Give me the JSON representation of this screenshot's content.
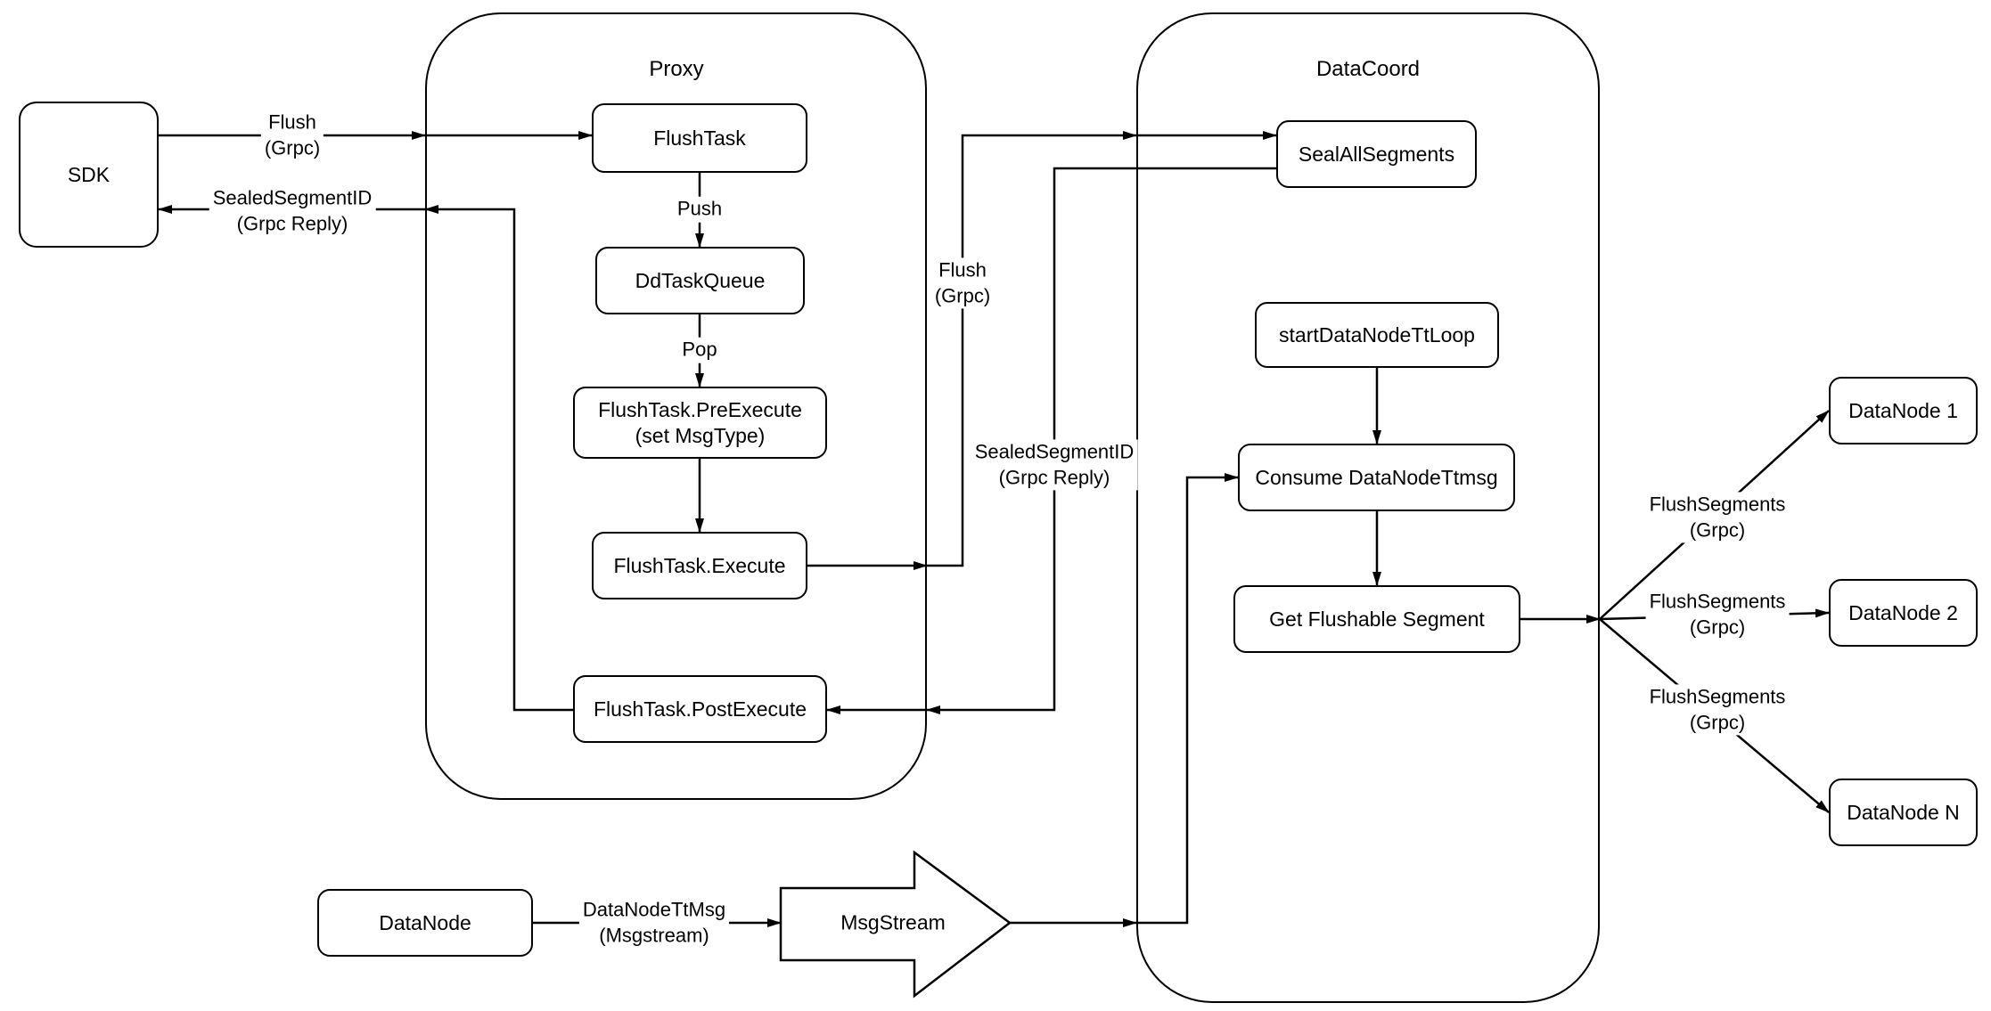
{
  "containers": {
    "proxy": {
      "label": "Proxy"
    },
    "datacoord": {
      "label": "DataCoord"
    }
  },
  "nodes": {
    "sdk": {
      "label": "SDK"
    },
    "flush_task": {
      "label": "FlushTask"
    },
    "dd_task_queue": {
      "label": "DdTaskQueue"
    },
    "flush_task_pre_execute": {
      "label": "FlushTask.PreExecute\n(set MsgType)"
    },
    "flush_task_execute": {
      "label": "FlushTask.Execute"
    },
    "flush_task_post_execute": {
      "label": "FlushTask.PostExecute"
    },
    "seal_all_segments": {
      "label": "SealAllSegments"
    },
    "start_datanode_tt_loop": {
      "label": "startDataNodeTtLoop"
    },
    "consume_datanode_ttmsg": {
      "label": "Consume DataNodeTtmsg"
    },
    "get_flushable_segment": {
      "label": "Get Flushable Segment"
    },
    "datanode_1": {
      "label": "DataNode 1"
    },
    "datanode_2": {
      "label": "DataNode 2"
    },
    "datanode_n": {
      "label": "DataNode N"
    },
    "datanode": {
      "label": "DataNode"
    },
    "msgstream": {
      "label": "MsgStream"
    }
  },
  "edge_labels": {
    "flush_grpc_sdk": "Flush\n(Grpc)",
    "sealed_segment_id_sdk": "SealedSegmentID\n(Grpc Reply)",
    "push": "Push",
    "pop": "Pop",
    "flush_grpc_datacoord": "Flush\n(Grpc)",
    "sealed_segment_id_datacoord": "SealedSegmentID\n(Grpc Reply)",
    "flush_segments_1": "FlushSegments\n(Grpc)",
    "flush_segments_2": "FlushSegments\n(Grpc)",
    "flush_segments_3": "FlushSegments\n(Grpc)",
    "datanode_tt_msg": "DataNodeTtMsg\n(Msgstream)"
  },
  "colors": {
    "stroke": "#000000",
    "background": "#ffffff"
  }
}
